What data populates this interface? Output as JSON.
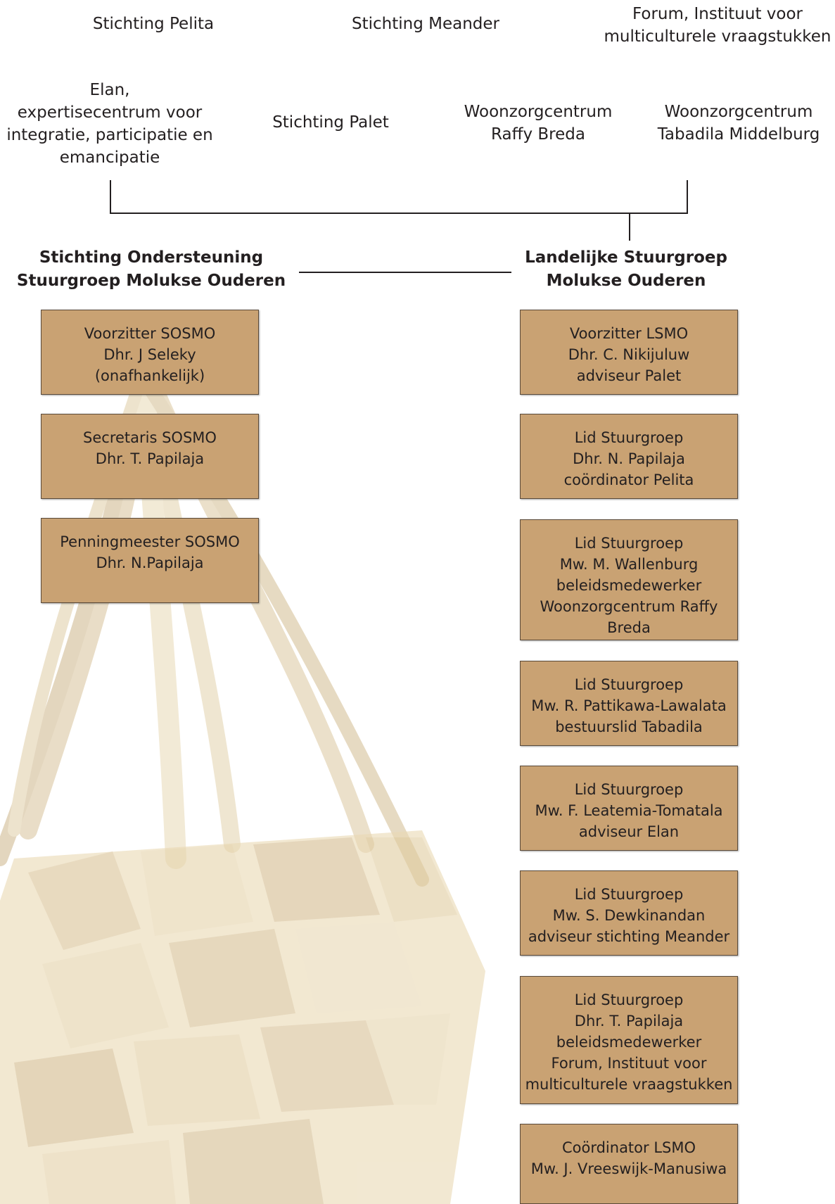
{
  "top_organizations": [
    {
      "lines": [
        "Stichting Pelita"
      ]
    },
    {
      "lines": [
        "Stichting Meander"
      ]
    },
    {
      "lines": [
        "Forum, Instituut voor",
        "multiculturele vraagstukken"
      ]
    },
    {
      "lines": [
        "Elan,",
        "expertisecentrum voor",
        "integratie, participatie en",
        "emancipatie"
      ]
    },
    {
      "lines": [
        "Stichting Palet"
      ]
    },
    {
      "lines": [
        "Woonzorgcentrum",
        "Raffy Breda"
      ]
    },
    {
      "lines": [
        "Woonzorgcentrum",
        "Tabadila Middelburg"
      ]
    }
  ],
  "left_heading": [
    "Stichting Ondersteuning",
    "Stuurgroep Molukse Ouderen"
  ],
  "right_heading": [
    "Landelijke Stuurgroep",
    "Molukse Ouderen"
  ],
  "sosmo_boxes": [
    {
      "lines": [
        "Voorzitter SOSMO",
        "Dhr. J Seleky",
        "(onafhankelijk)"
      ]
    },
    {
      "lines": [
        "Secretaris SOSMO",
        "Dhr. T. Papilaja"
      ]
    },
    {
      "lines": [
        "Penningmeester SOSMO",
        "Dhr. N.Papilaja"
      ]
    }
  ],
  "lsmo_boxes": [
    {
      "lines": [
        "Voorzitter  LSMO",
        "Dhr. C. Nikijuluw",
        "adviseur Palet"
      ]
    },
    {
      "lines": [
        "Lid Stuurgroep",
        "Dhr. N. Papilaja",
        "coördinator Pelita"
      ]
    },
    {
      "lines": [
        "Lid Stuurgroep",
        "Mw. M. Wallenburg",
        "beleidsmedewerker",
        "Woonzorgcentrum Raffy",
        "Breda"
      ]
    },
    {
      "lines": [
        "Lid Stuurgroep",
        "Mw. R. Pattikawa-Lawalata",
        "bestuurslid Tabadila"
      ]
    },
    {
      "lines": [
        "Lid Stuurgroep",
        "Mw. F. Leatemia-Tomatala",
        "adviseur Elan"
      ]
    },
    {
      "lines": [
        "Lid Stuurgroep",
        "Mw. S. Dewkinandan",
        "adviseur stichting Meander"
      ]
    },
    {
      "lines": [
        "Lid Stuurgroep",
        "Dhr. T. Papilaja",
        "beleidsmedewerker",
        "Forum, Instituut voor",
        "multiculturele vraagstukken"
      ]
    },
    {
      "lines": [
        "Coördinator LSMO",
        "Mw. J. Vreeswijk-Manusiwa"
      ]
    }
  ],
  "colors": {
    "box_fill": "#c9a273",
    "box_border": "#5a4a3a",
    "text": "#231f20"
  },
  "background_image": "woven-palm-leaf-basket-illustration"
}
